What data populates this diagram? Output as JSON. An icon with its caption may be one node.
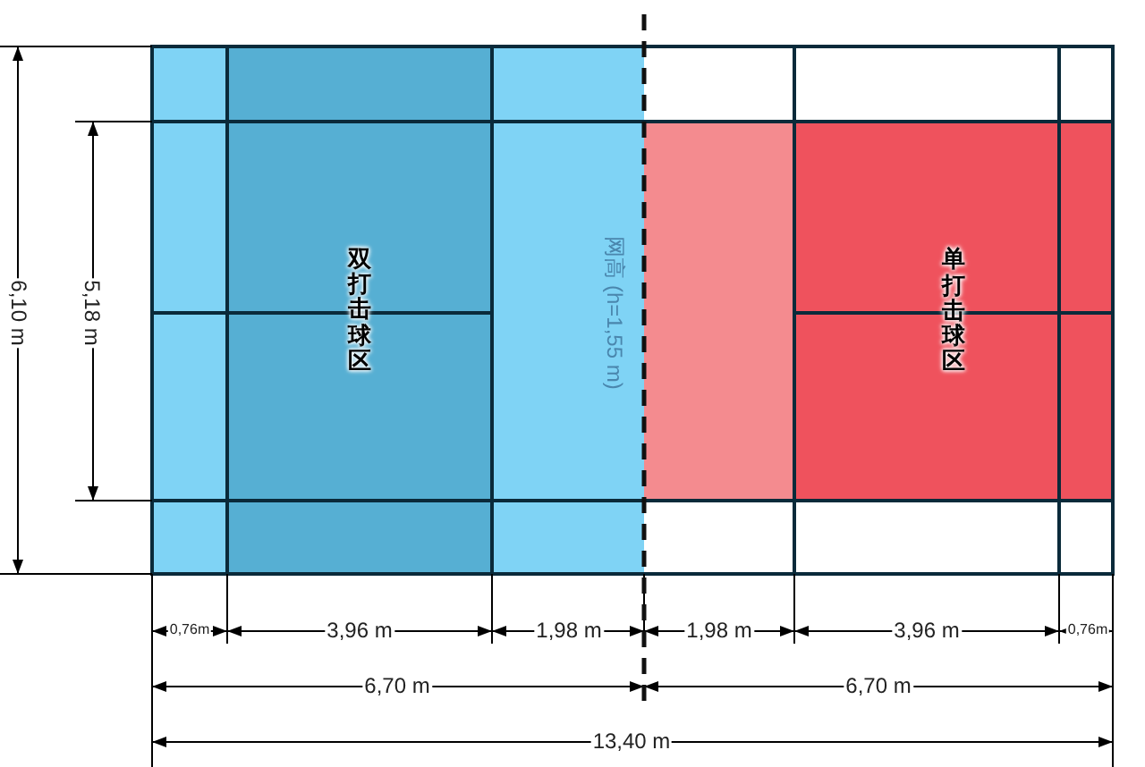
{
  "diagram": {
    "nodes": [
      {
        "text": [
          "双打击球区"
        ]
      },
      {
        "text": [
          "单打击球区"
        ]
      }
    ],
    "labels": [
      "网高 (h=1,55 m)",
      "6,10 m",
      "5,18 m",
      "0,76m",
      "3,96 m",
      "1,98 m",
      "1,98 m",
      "3,96 m",
      "0,76m",
      "6,70 m",
      "6,70 m",
      "13,40 m"
    ]
  }
}
